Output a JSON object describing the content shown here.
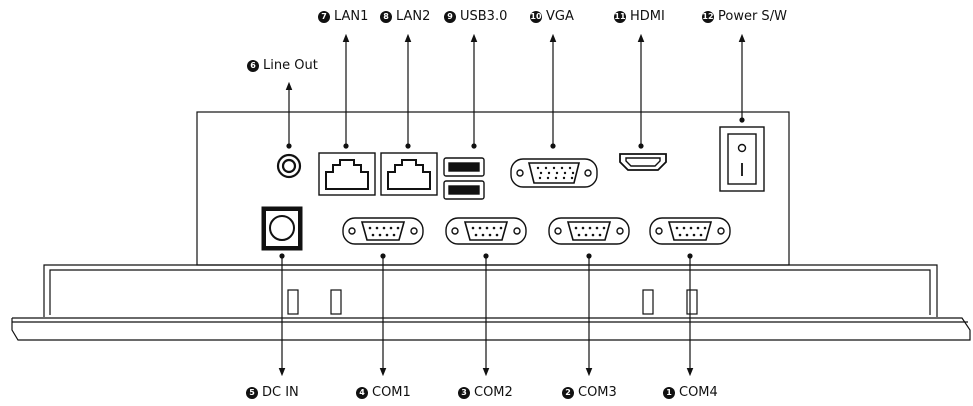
{
  "labels": {
    "top": [
      {
        "num": "7",
        "text": "LAN1"
      },
      {
        "num": "8",
        "text": "LAN2"
      },
      {
        "num": "9",
        "text": "USB3.0"
      },
      {
        "num": "10",
        "text": "VGA"
      },
      {
        "num": "11",
        "text": "HDMI"
      },
      {
        "num": "12",
        "text": "Power S/W"
      }
    ],
    "line_out": {
      "num": "6",
      "text": "Line Out"
    },
    "bottom": [
      {
        "num": "5",
        "text": "DC IN"
      },
      {
        "num": "4",
        "text": "COM1"
      },
      {
        "num": "3",
        "text": "COM2"
      },
      {
        "num": "2",
        "text": "COM3"
      },
      {
        "num": "1",
        "text": "COM4"
      }
    ]
  },
  "power_switch": {
    "on_mark": "I",
    "off_mark": "O"
  },
  "colors": {
    "stroke": "#111111",
    "background": "#ffffff"
  }
}
